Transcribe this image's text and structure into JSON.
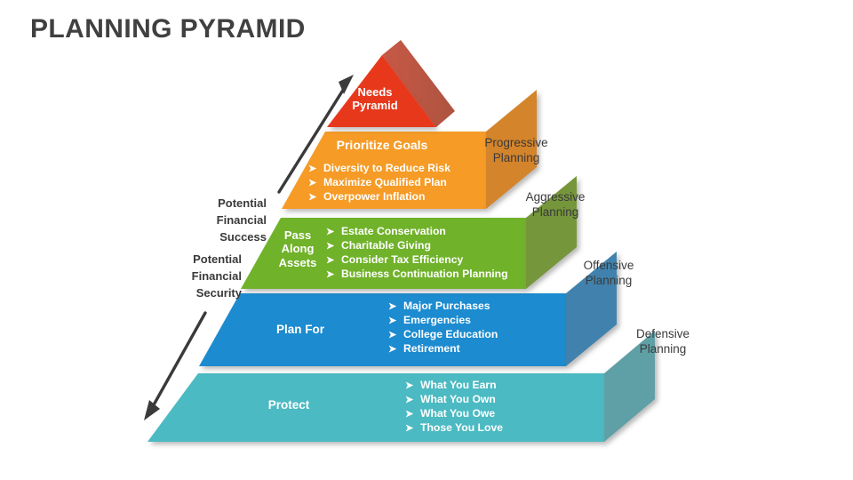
{
  "title": "PLANNING PYRAMID",
  "colors": {
    "title": "#404040",
    "label": "#3a3a3a",
    "red_face": "#E8381B",
    "red_side": "#B0503F",
    "orange_face": "#F59B26",
    "orange_side": "#D4842C",
    "green_face": "#6FB22C",
    "green_side": "#74963A",
    "blue_face": "#1B8BD0",
    "blue_side": "#3F82AD",
    "teal_face": "#4CBAC2",
    "teal_side": "#5EA0A6",
    "arrow": "#3a3a3a",
    "text_on_band": "#ffffff"
  },
  "bullet_glyph": "➤",
  "levels": [
    {
      "id": "needs-pyramid",
      "title": "Needs\nPyramid",
      "title_line1": "Needs",
      "title_line2": "Pyramid",
      "color": "#E8381B",
      "side_color": "#B0503F",
      "items": []
    },
    {
      "id": "prioritize-goals",
      "title": "Prioritize Goals",
      "color": "#F59B26",
      "side_color": "#D4842C",
      "items": [
        "Diversity to Reduce Risk",
        "Maximize Qualified Plan",
        "Overpower Inflation"
      ]
    },
    {
      "id": "pass-along-assets",
      "title": "Pass Along Assets",
      "title_line1": "Pass",
      "title_line2": "Along",
      "title_line3": "Assets",
      "color": "#6FB22C",
      "side_color": "#74963A",
      "items": [
        "Estate Conservation",
        "Charitable Giving",
        "Consider Tax Efficiency",
        "Business Continuation Planning"
      ]
    },
    {
      "id": "plan-for",
      "title": "Plan For",
      "color": "#1B8BD0",
      "side_color": "#3F82AD",
      "items": [
        "Major Purchases",
        "Emergencies",
        "College Education",
        "Retirement"
      ]
    },
    {
      "id": "protect",
      "title": "Protect",
      "color": "#4CBAC2",
      "side_color": "#5EA0A6",
      "items": [
        "What You Earn",
        "What You Own",
        "What You Owe",
        "Those You Love"
      ]
    }
  ],
  "right_labels": [
    {
      "id": "progressive-planning",
      "line1": "Progressive",
      "line2": "Planning"
    },
    {
      "id": "aggressive-planning",
      "line1": "Aggressive",
      "line2": "Planning"
    },
    {
      "id": "offensive-planning",
      "line1": "Offensive",
      "line2": "Planning"
    },
    {
      "id": "defensive-planning",
      "line1": "Defensive",
      "line2": "Planning"
    }
  ],
  "left_labels": [
    {
      "id": "potential-financial-success",
      "line1": "Potential",
      "line2": "Financial",
      "line3": "Success"
    },
    {
      "id": "potential-financial-security",
      "line1": "Potential",
      "line2": "Financial",
      "line3": "Security"
    }
  ],
  "arrows": [
    {
      "id": "growth-up-arrow",
      "direction": "up"
    },
    {
      "id": "growth-down-arrow",
      "direction": "down"
    }
  ]
}
